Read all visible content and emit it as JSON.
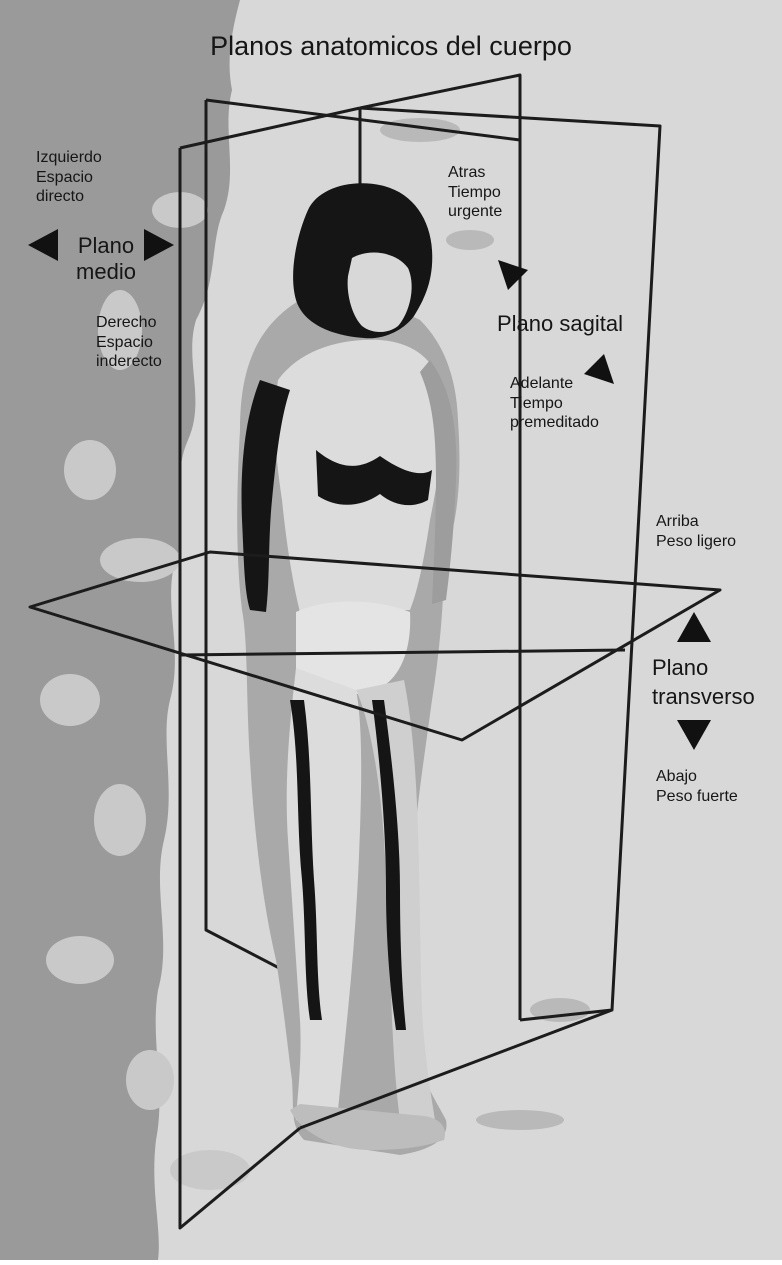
{
  "title": "Planos anatomicos del cuerpo",
  "colors": {
    "background": "#ffffff",
    "backdrop_dark": "#9a9a9a",
    "backdrop_light": "#d6d6d6",
    "figure_dark": "#151515",
    "figure_mid": "#a8a8a8",
    "figure_light": "#e4e4e4",
    "plane_lines": "#1c1c1c",
    "text": "#161616"
  },
  "planes": {
    "medio": {
      "label_line1": "Plano",
      "label_line2": "medio",
      "left_note": [
        "Izquierdo",
        "Espacio",
        "directo"
      ],
      "right_note": [
        "Derecho",
        "Espacio",
        "inderecto"
      ],
      "arrows": [
        "triangle-left-icon",
        "triangle-right-icon"
      ]
    },
    "sagital": {
      "label": "Plano sagital",
      "back_note": [
        "Atras",
        "Tiempo",
        "urgente"
      ],
      "front_note": [
        "Adelante",
        "Tiempo",
        "premeditado"
      ],
      "arrows": [
        "triangle-down-right-icon",
        "triangle-up-left-icon"
      ]
    },
    "transverso": {
      "label_line1": "Plano",
      "label_line2": "transverso",
      "up_note": [
        "Arriba",
        "Peso ligero"
      ],
      "down_note": [
        "Abajo",
        "Peso fuerte"
      ],
      "arrows": [
        "triangle-up-icon",
        "triangle-down-icon"
      ]
    }
  }
}
